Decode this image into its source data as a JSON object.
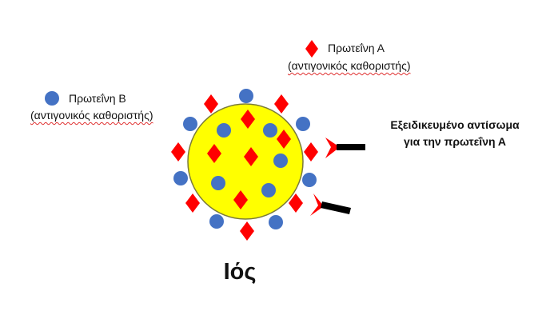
{
  "legend": {
    "protein_a": {
      "name": "Πρωτεΐνη Α",
      "subtitle": "(αντιγονικός καθοριστής)"
    },
    "protein_b": {
      "name": "Πρωτεΐνη Β",
      "subtitle": "(αντιγονικός καθοριστής)"
    }
  },
  "antibody": {
    "line1": "Εξειδικευμένο αντίσωμα",
    "line2": "για την πρωτεΐνη Α"
  },
  "virus": {
    "title": "Ιός"
  },
  "colors": {
    "virus_fill": "#ffff00",
    "virus_stroke": "#7a7a3a",
    "protein_a": "#ff0000",
    "protein_b": "#4472c4",
    "antibody_stem": "#000000",
    "spellcheck_underline": "#e03030"
  },
  "icons": {
    "protein_a": "red-diamond",
    "protein_b": "blue-circle",
    "antibody": "y-shaped-antibody"
  }
}
